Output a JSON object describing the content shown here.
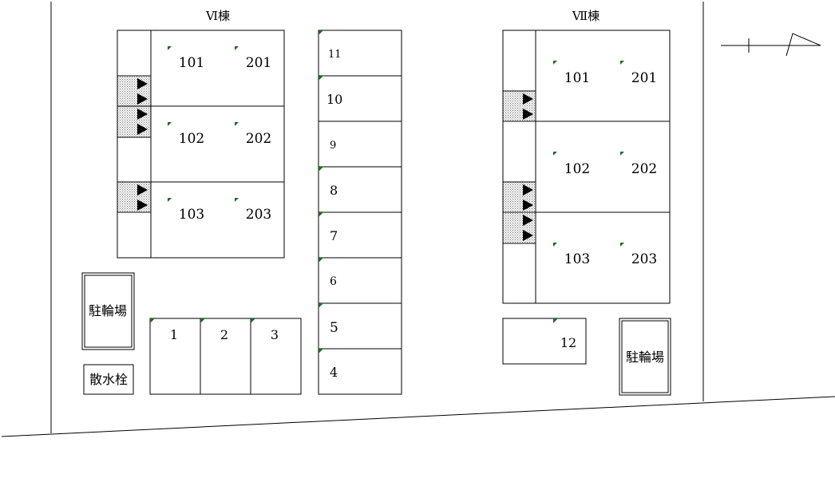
{
  "buildings": {
    "vi": {
      "title": "Ⅵ棟",
      "units": [
        "101",
        "201",
        "102",
        "202",
        "103",
        "203"
      ]
    },
    "vii": {
      "title": "Ⅶ棟",
      "units": [
        "101",
        "201",
        "102",
        "202",
        "103",
        "203"
      ]
    }
  },
  "parking": {
    "center_column": [
      "11",
      "10",
      "9",
      "8",
      "7",
      "6",
      "5",
      "4"
    ],
    "bottom_row": [
      "1",
      "2",
      "3"
    ],
    "right_single": "12"
  },
  "facilities": {
    "bicycle_parking": "駐輪場",
    "sprinkler_hydrant": "散水栓"
  },
  "colors": {
    "line": "#000000",
    "marker": "#1f6b1f",
    "stair_dots": "#7a7a7a"
  },
  "icons": [
    "north-arrow-icon",
    "entrance-arrow-icon",
    "stair-hatch-icon"
  ]
}
